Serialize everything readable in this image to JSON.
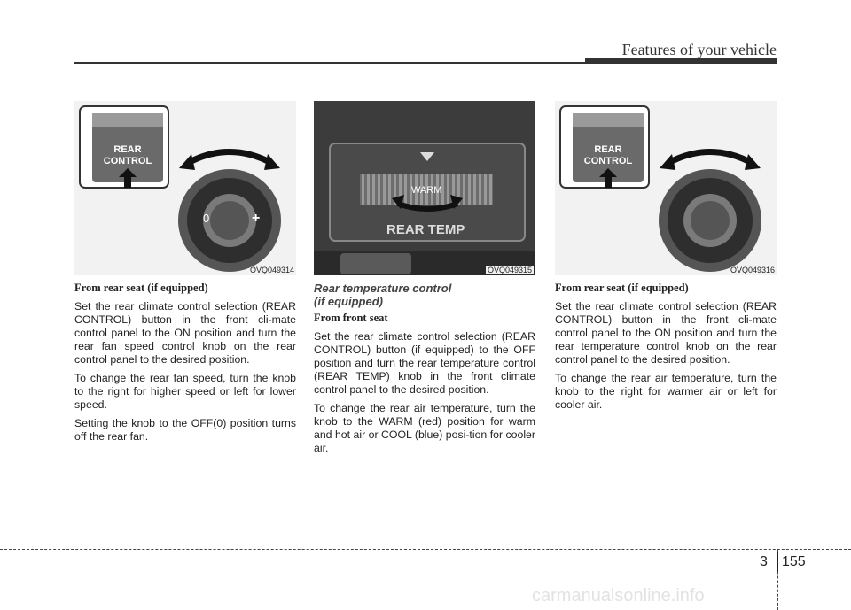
{
  "header": {
    "title": "Features of your vehicle"
  },
  "figures": [
    {
      "code": "OVQ049314",
      "button_label_line1": "REAR",
      "button_label_line2": "CONTROL",
      "knob_left": "0",
      "knob_right": "+"
    },
    {
      "code": "OVQ049315",
      "warm_label": "WARM",
      "temp_label": "REAR TEMP"
    },
    {
      "code": "OVQ049316",
      "button_label_line1": "REAR",
      "button_label_line2": "CONTROL"
    }
  ],
  "col1": {
    "subhead": "From rear seat (if equipped)",
    "p1": "Set the rear climate control selection (REAR CONTROL) button in the front cli-mate control panel to the ON position and turn the rear fan speed control knob on the rear control panel to the desired position.",
    "p2": "To change the rear fan speed, turn the knob to the right for higher speed or left for lower speed.",
    "p3": "Setting the knob to the OFF(0) position turns off the rear fan."
  },
  "col2": {
    "title_line1": "Rear temperature control",
    "title_line2": "(if equipped)",
    "subhead": "From front seat",
    "p1": "Set the rear climate control selection (REAR CONTROL) button (if equipped) to the OFF position  and turn the rear temperature control (REAR TEMP) knob in the front climate control panel to the desired position.",
    "p2": "To change the rear air temperature, turn the knob to the WARM (red) position for warm and hot air or  COOL (blue) posi-tion for cooler air."
  },
  "col3": {
    "subhead": "From rear seat (if equipped)",
    "p1": "Set the rear climate control selection (REAR CONTROL) button in the front cli-mate control panel to the ON position and turn the rear temperature control knob on the rear control panel to the desired position.",
    "p2": "To change the rear air temperature, turn the knob to the right for warmer air or left for cooler air."
  },
  "footer": {
    "chapter": "3",
    "page": "155",
    "watermark": "carmanualsonline.info"
  }
}
